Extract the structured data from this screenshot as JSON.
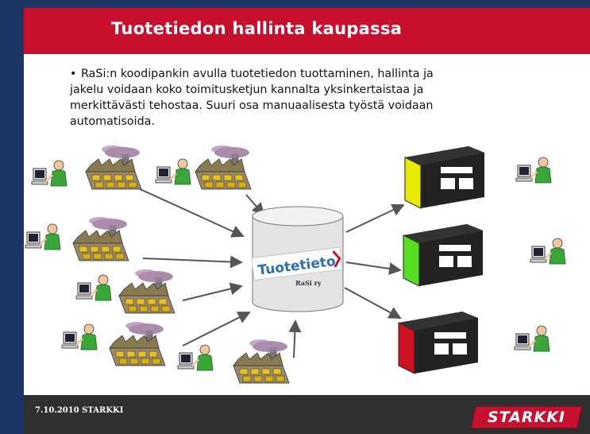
{
  "slide": {
    "title": "Tuotetiedon hallinta kaupassa",
    "bullet_line1": "RaSi:n koodipankin avulla tuotetiedon tuottaminen, hallinta ja",
    "bullet_line2": "jakelu voidaan koko toimitusketjun kannalta yksinkertaistaa ja",
    "bullet_line3": "merkittävästi tehostaa. Suuri osa manuaalisesta työstä voidaan",
    "bullet_line4": "automatisoida.",
    "bullet_symbol": "•"
  },
  "diagram": {
    "database_label": "Tuotetieto",
    "database_sublabel": "RaSi ry",
    "store_colors": [
      "#e8e800",
      "#55dd22",
      "#cc1122"
    ]
  },
  "footer": {
    "date": "7.10.2010 STARKKI",
    "logo": "STARKKI"
  }
}
